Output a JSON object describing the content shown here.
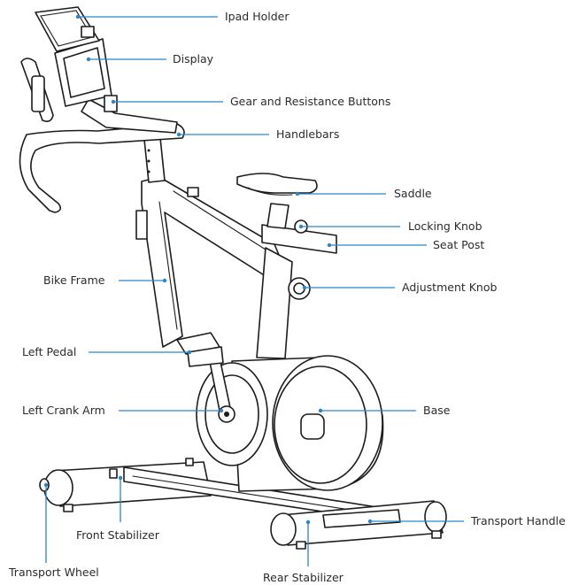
{
  "diagram": {
    "labels": {
      "ipad_holder": "Ipad Holder",
      "display": "Display",
      "gear_buttons": "Gear and Resistance Buttons",
      "handlebars": "Handlebars",
      "saddle": "Saddle",
      "locking_knob": "Locking Knob",
      "seat_post": "Seat Post",
      "adjustment_knob": "Adjustment Knob",
      "bike_frame": "Bike Frame",
      "left_pedal": "Left Pedal",
      "left_crank_arm": "Left Crank Arm",
      "base": "Base",
      "transport_handle": "Transport Handle",
      "front_stabilizer": "Front Stabilizer",
      "transport_wheel": "Transport Wheel",
      "rear_stabilizer": "Rear Stabilizer"
    },
    "colors": {
      "leader_line": "#2a86c6",
      "ink": "#1c1c1c"
    }
  }
}
